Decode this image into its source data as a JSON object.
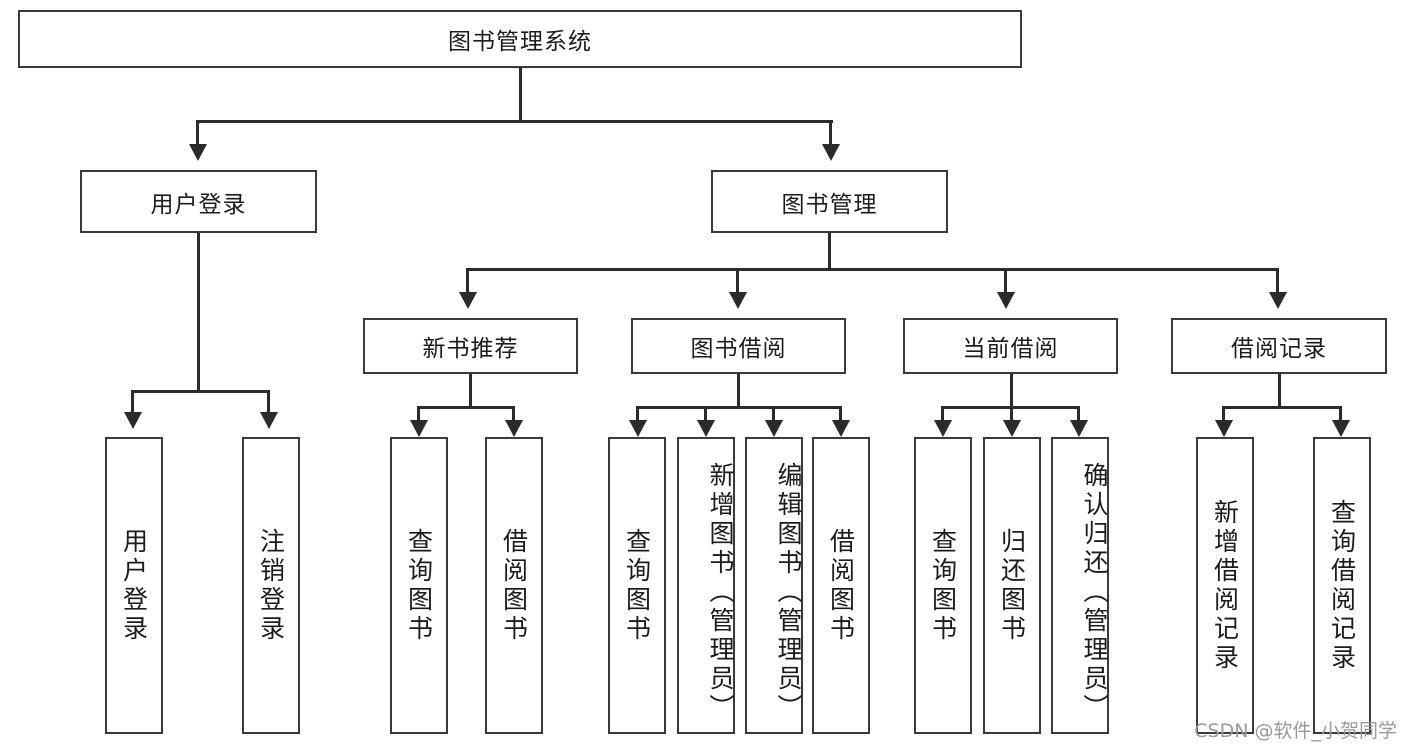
{
  "diagram": {
    "title": "图书管理系统",
    "type": "tree-hierarchy",
    "root": {
      "label": "图书管理系统"
    },
    "level2": [
      {
        "label": "用户登录"
      },
      {
        "label": "图书管理"
      }
    ],
    "level3": [
      {
        "label": "新书推荐"
      },
      {
        "label": "图书借阅"
      },
      {
        "label": "当前借阅"
      },
      {
        "label": "借阅记录"
      }
    ],
    "leaves_user_login": [
      {
        "label": "用户登录"
      },
      {
        "label": "注销登录"
      }
    ],
    "leaves_new_books": [
      {
        "label": "查询图书"
      },
      {
        "label": "借阅图书"
      }
    ],
    "leaves_borrow_books": [
      {
        "label": "查询图书"
      },
      {
        "label": "新增图书（管理员）"
      },
      {
        "label": "编辑图书（管理员）"
      },
      {
        "label": "借阅图书"
      }
    ],
    "leaves_current_borrow": [
      {
        "label": "查询图书"
      },
      {
        "label": "归还图书"
      },
      {
        "label": "确认归还（管理员）"
      }
    ],
    "leaves_borrow_records": [
      {
        "label": "新增借阅记录"
      },
      {
        "label": "查询借阅记录"
      }
    ]
  },
  "watermark": {
    "text": "CSDN @软件_小贺同学"
  },
  "colors": {
    "border": "#3a3a3a",
    "connector": "#2b2b2b",
    "background": "#ffffff",
    "text": "#1c1c1c",
    "watermark": "#9a9a9a"
  }
}
